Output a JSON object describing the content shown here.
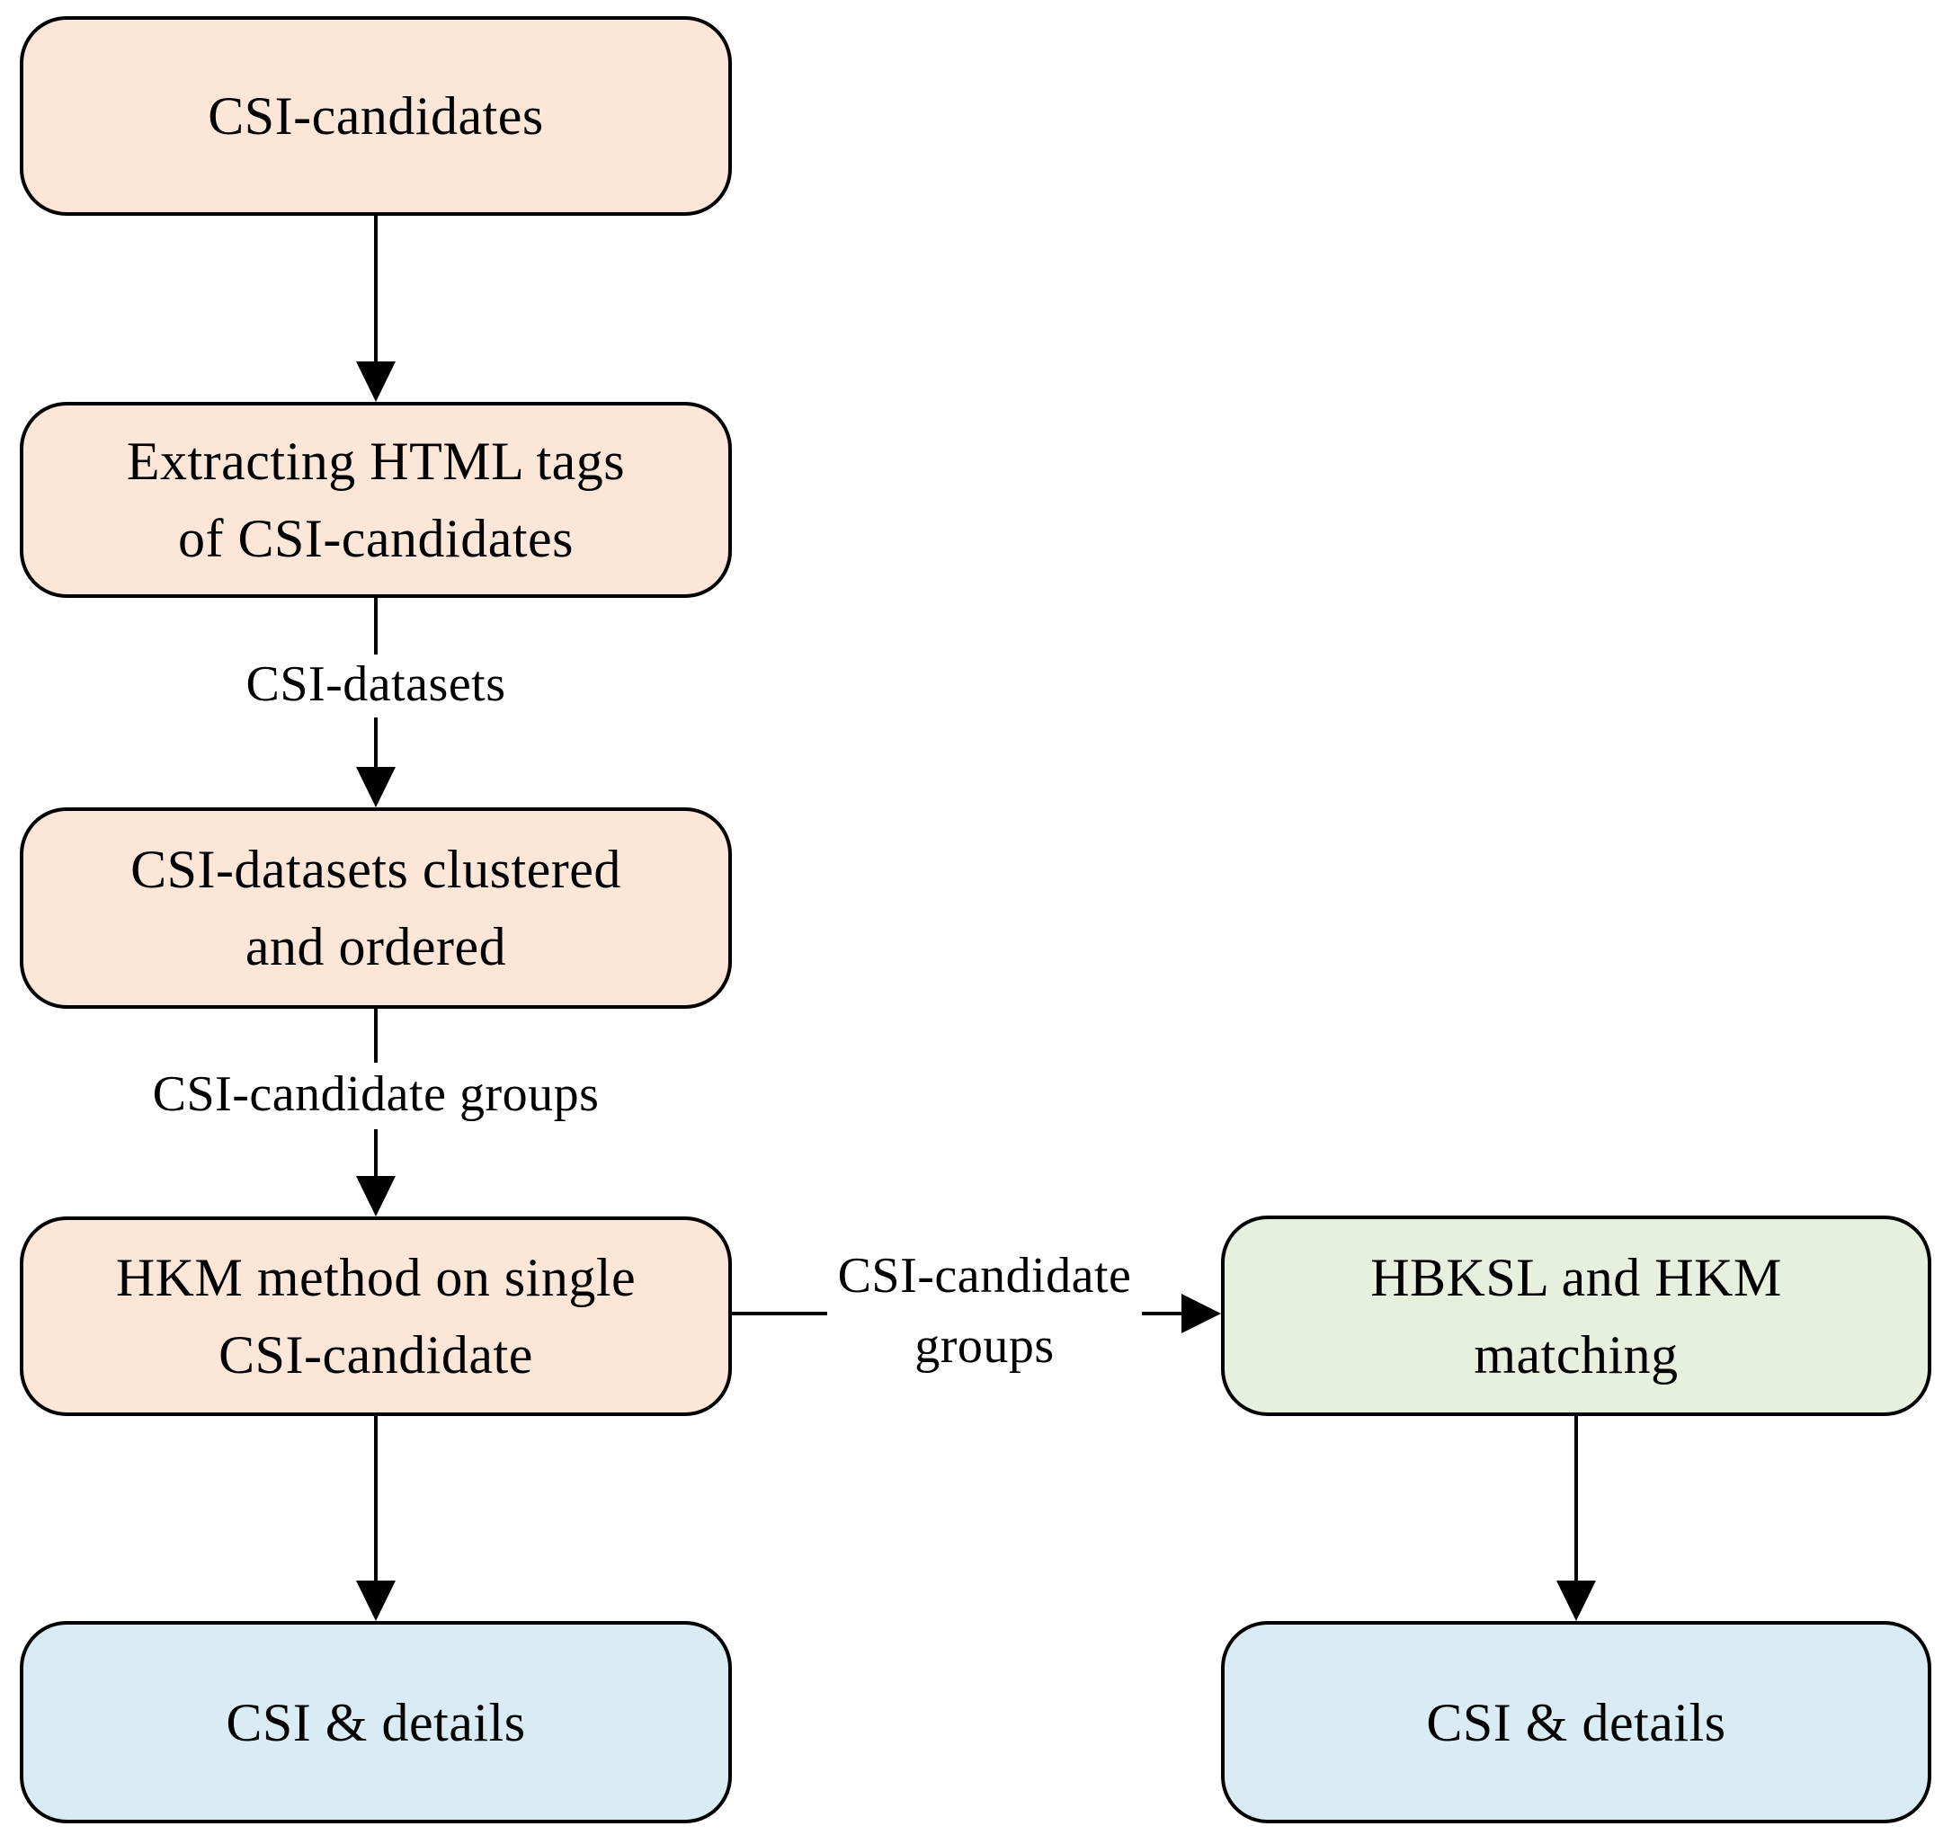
{
  "diagram": {
    "type": "flowchart",
    "colors": {
      "process_fill": "#fbe6d7",
      "match_fill": "#e7efde",
      "result_fill": "#daecf3",
      "line_color": "#000000",
      "text_color": "#000000",
      "background": "#ffffff"
    },
    "nodes": {
      "csi_candidates": {
        "label": "CSI-candidates",
        "fill": "#fbe6d7"
      },
      "extract_html_tags": {
        "label": "Extracting HTML tags\nof CSI-candidates",
        "fill": "#fbe6d7"
      },
      "datasets_clustered": {
        "label": "CSI-datasets clustered\nand ordered",
        "fill": "#fbe6d7"
      },
      "hkm_single": {
        "label": "HKM method on single\nCSI-candidate",
        "fill": "#fbe6d7"
      },
      "csi_details_left": {
        "label": "CSI & details",
        "fill": "#daecf3"
      },
      "hbksl_hkm_matching": {
        "label": "HBKSL and HKM\nmatching",
        "fill": "#e7efde"
      },
      "csi_details_right": {
        "label": "CSI & details",
        "fill": "#daecf3"
      }
    },
    "edge_labels": {
      "csi_datasets": "CSI-datasets",
      "csi_candidate_groups_vertical": "CSI-candidate groups",
      "csi_candidate_groups_horizontal": "CSI-candidate\ngroups"
    }
  }
}
